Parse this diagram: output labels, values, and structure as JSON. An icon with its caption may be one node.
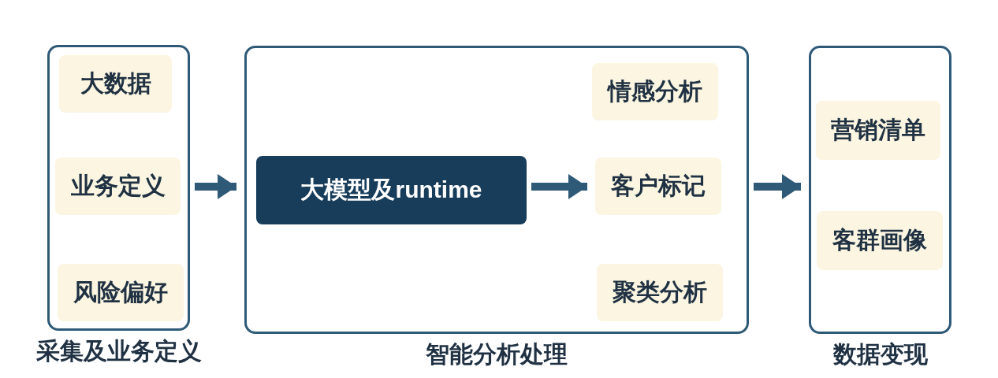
{
  "diagram": {
    "nodes": [
      {
        "text": [
          "采集及业务定义"
        ]
      },
      {
        "text": [
          "大数据"
        ],
        "in": 0
      },
      {
        "text": [
          "业务定义"
        ],
        "in": 0
      },
      {
        "text": [
          "风险偏好"
        ],
        "in": 0
      },
      {
        "text": [
          "智能分析处理"
        ]
      },
      {
        "text": [
          "大模型及runtime"
        ],
        "in": 4
      },
      {
        "text": [
          "情感分析"
        ],
        "in": 4
      },
      {
        "text": [
          "客户标记"
        ],
        "in": 4
      },
      {
        "text": [
          "聚类分析"
        ],
        "in": 4
      },
      {
        "text": [
          "数据变现"
        ]
      },
      {
        "text": [
          "营销清单"
        ],
        "in": 9
      },
      {
        "text": [
          "客群画像"
        ],
        "in": 9
      }
    ],
    "edges": [
      {
        "from": 0,
        "to": 4,
        "arrow": "to"
      },
      {
        "from": 5,
        "to": 7,
        "arrow": "to"
      },
      {
        "from": 4,
        "to": 9,
        "arrow": "to"
      }
    ]
  }
}
